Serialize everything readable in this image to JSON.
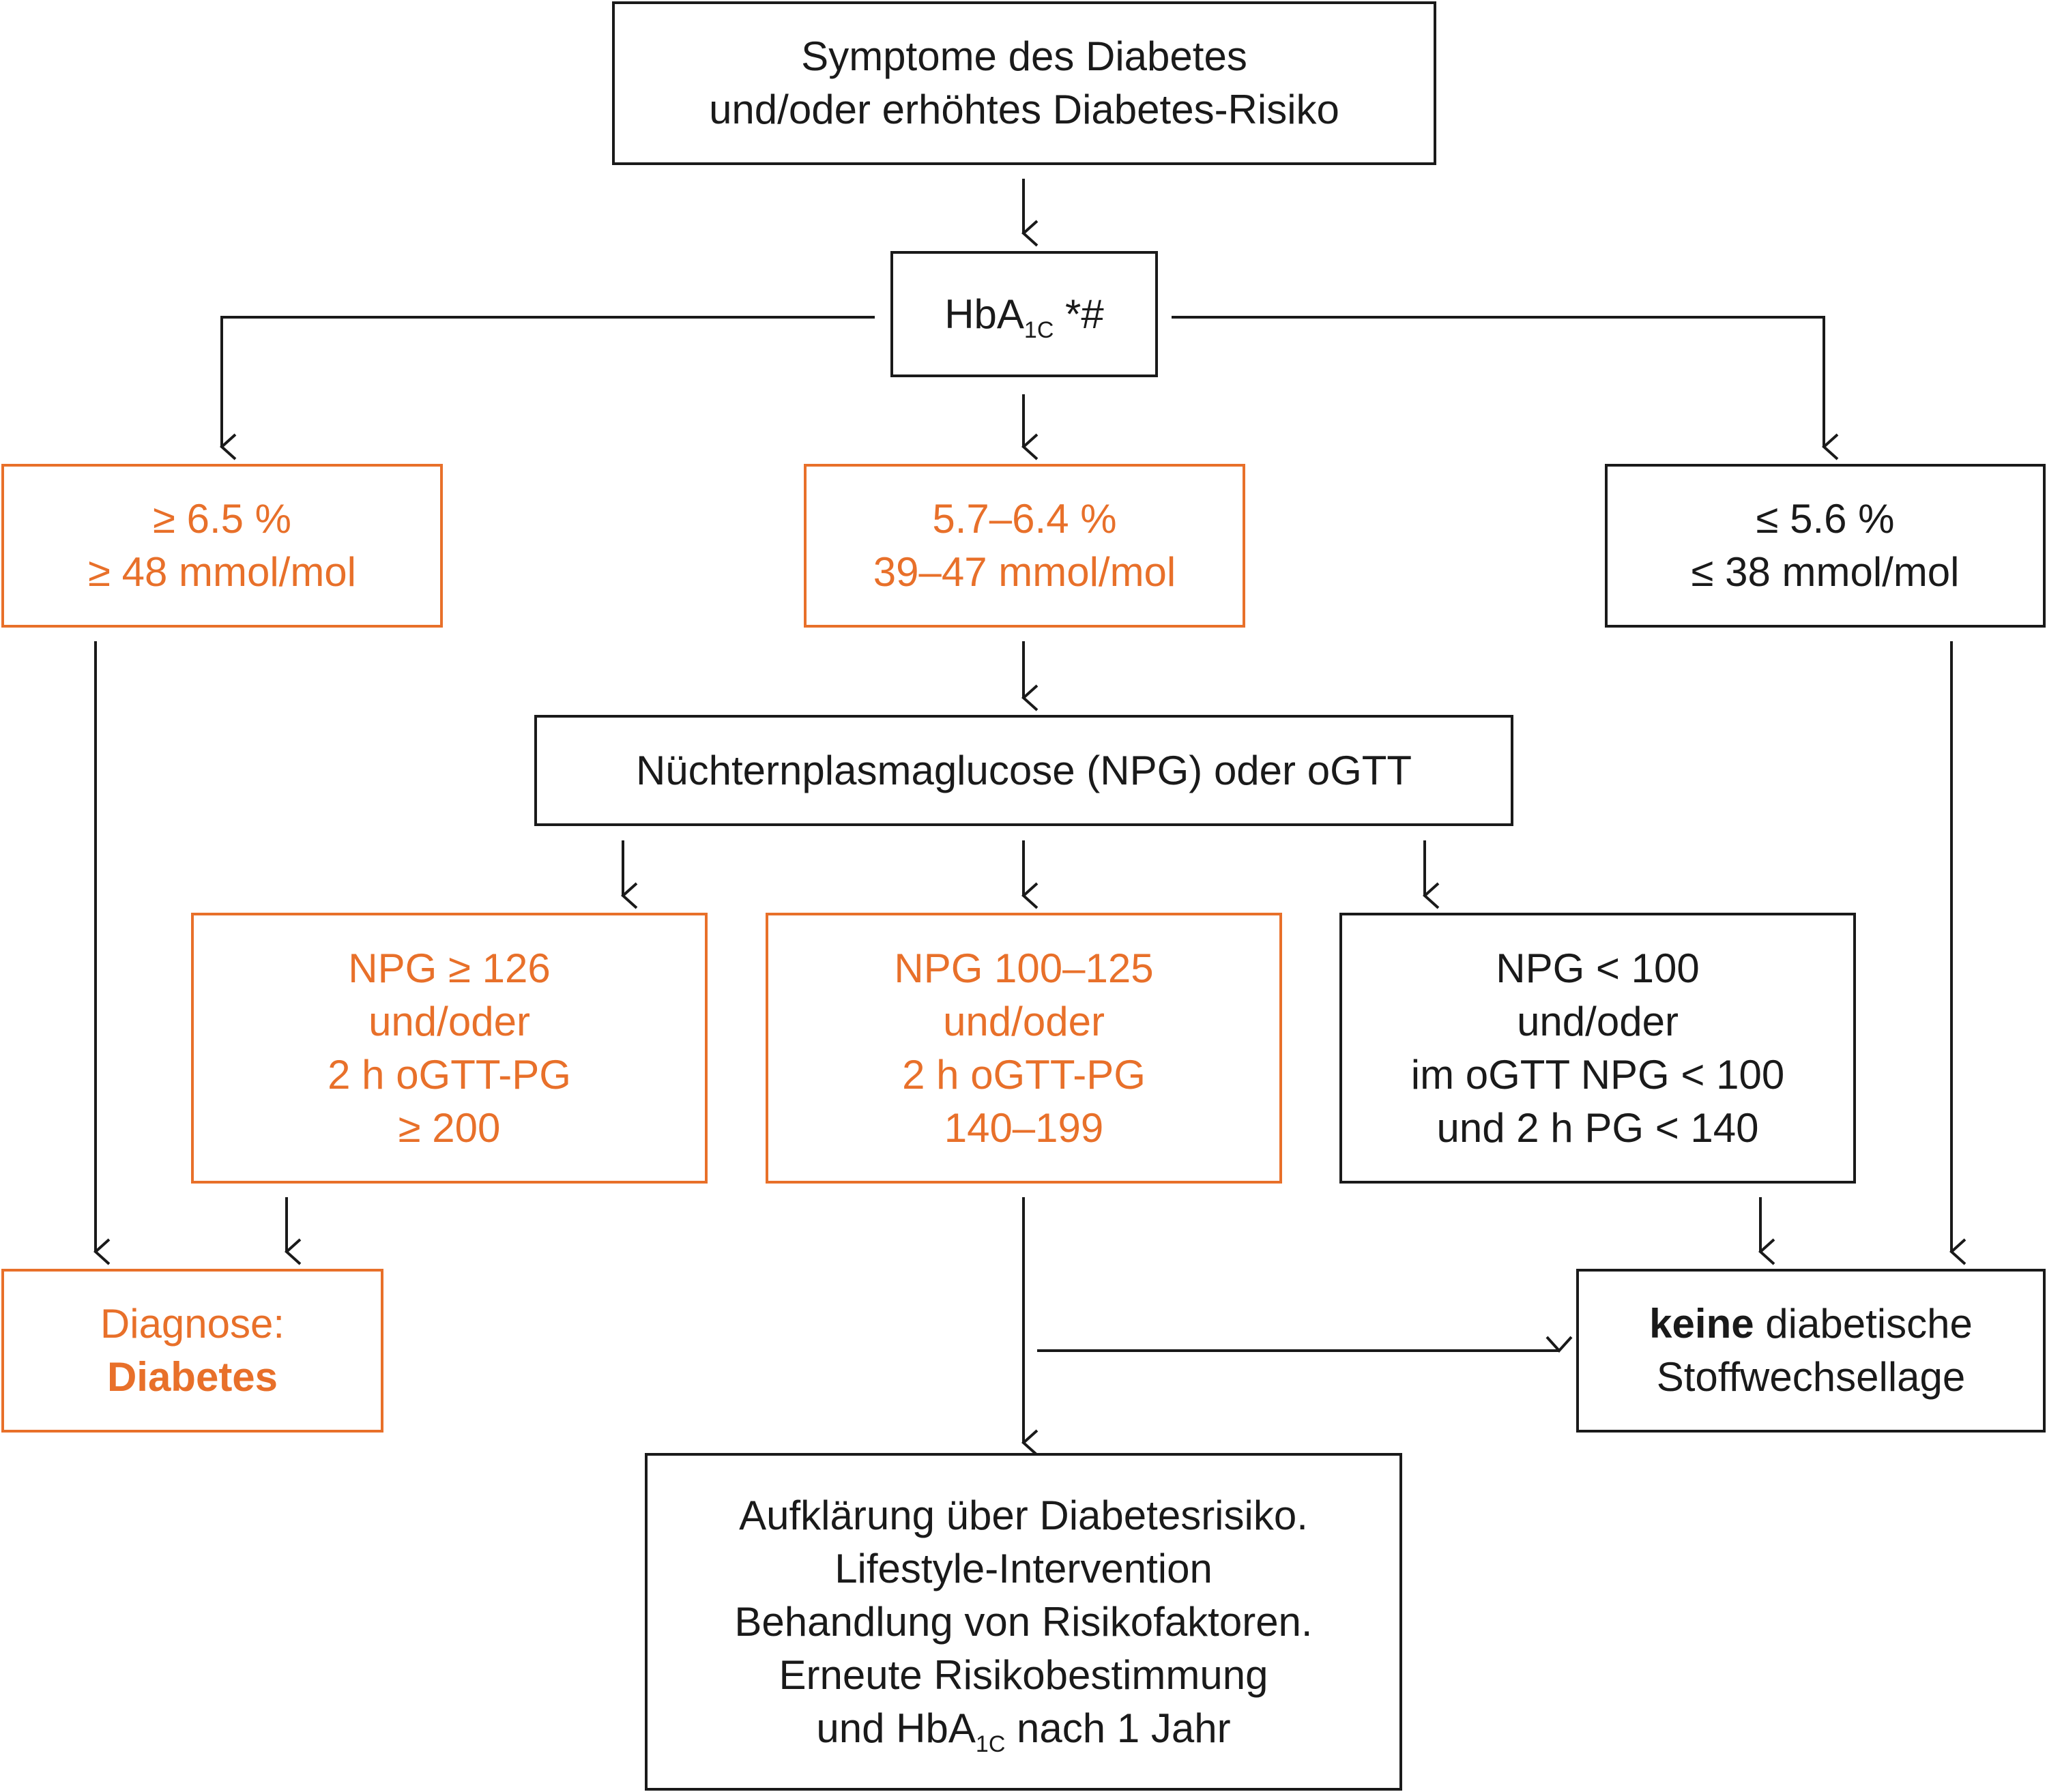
{
  "colors": {
    "accent": "#e8702a",
    "line": "#1a1a1a"
  },
  "nodes": {
    "start": {
      "lines": [
        "Symptome des Diabetes",
        "und/oder erhöhtes Diabetes-Risiko"
      ]
    },
    "hba1c": {
      "prefix": "HbA",
      "sub": "1C",
      "suffix": " *#"
    },
    "high": {
      "lines": [
        "≥ 6.5 %",
        "≥ 48 mmol/mol"
      ]
    },
    "mid": {
      "lines": [
        "5.7–6.4 %",
        "39–47 mmol/mol"
      ]
    },
    "low": {
      "lines": [
        "≤ 5.6 %",
        "≤ 38 mmol/mol"
      ]
    },
    "npg_test": {
      "lines": [
        "Nüchternplasmaglucose (NPG) oder oGTT"
      ]
    },
    "npg_high": {
      "lines": [
        "NPG ≥ 126",
        "und/oder",
        "2 h oGTT-PG",
        "≥ 200"
      ]
    },
    "npg_mid": {
      "lines": [
        "NPG 100–125",
        "und/oder",
        "2 h oGTT-PG",
        "140–199"
      ]
    },
    "npg_low": {
      "lines": [
        "NPG < 100",
        "und/oder",
        "im oGTT NPG < 100",
        "und 2 h PG < 140"
      ]
    },
    "diagnosis": {
      "line1": "Diagnose:",
      "line2": "Diabetes"
    },
    "no_diabetes": {
      "bold": "keine",
      "rest": " diabetische",
      "line2": "Stoffwechsellage"
    },
    "advice": {
      "lines": [
        "Aufklärung über Diabetesrisiko.",
        "Lifestyle-Intervention",
        "Behandlung von Risikofaktoren.",
        "Erneute Risikobestimmung"
      ],
      "last_prefix": "und HbA",
      "last_sub": "1C",
      "last_suffix": " nach 1 Jahr"
    }
  }
}
